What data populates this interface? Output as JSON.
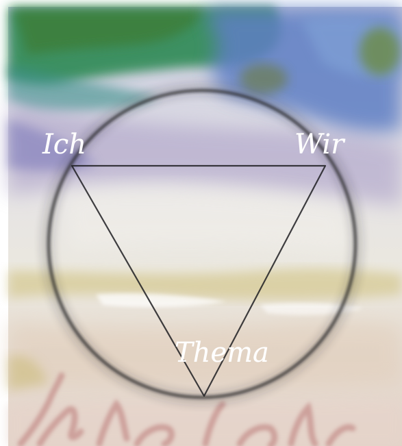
{
  "diagram": {
    "labels": {
      "top_left": "Ich",
      "top_right": "Wir",
      "bottom": "Thema"
    }
  },
  "colors": {
    "frame_background": "#ffffff",
    "watercolor_green": "#2f8a55",
    "watercolor_blue": "#5e7fc4",
    "watercolor_violet": "#a69ac4",
    "watercolor_ochre": "#cfc07a",
    "watercolor_rose": "#c58f8b",
    "paper": "#ece9e2",
    "ink": "#1f1f22",
    "label_text": "#ffffff"
  }
}
